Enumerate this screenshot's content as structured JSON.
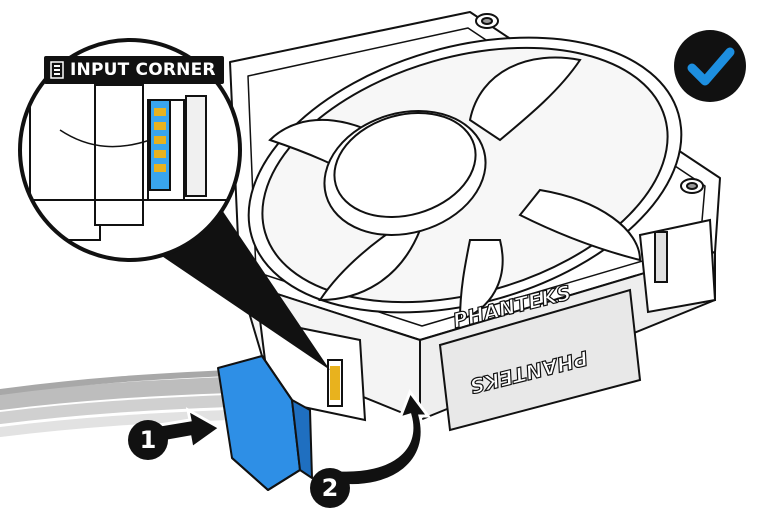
{
  "callout": {
    "label": "INPUT CORNER",
    "icon": "connector-pins-icon"
  },
  "steps": [
    {
      "number": "1"
    },
    {
      "number": "2"
    }
  ],
  "brand_text": "PHANTEKS",
  "status": {
    "icon": "checkmark-icon",
    "color": "#1d8fe0"
  },
  "colors": {
    "connector": "#2e8fe6",
    "highlight": "#39a5ee",
    "ink": "#111111",
    "pins": "#e8b21e"
  }
}
